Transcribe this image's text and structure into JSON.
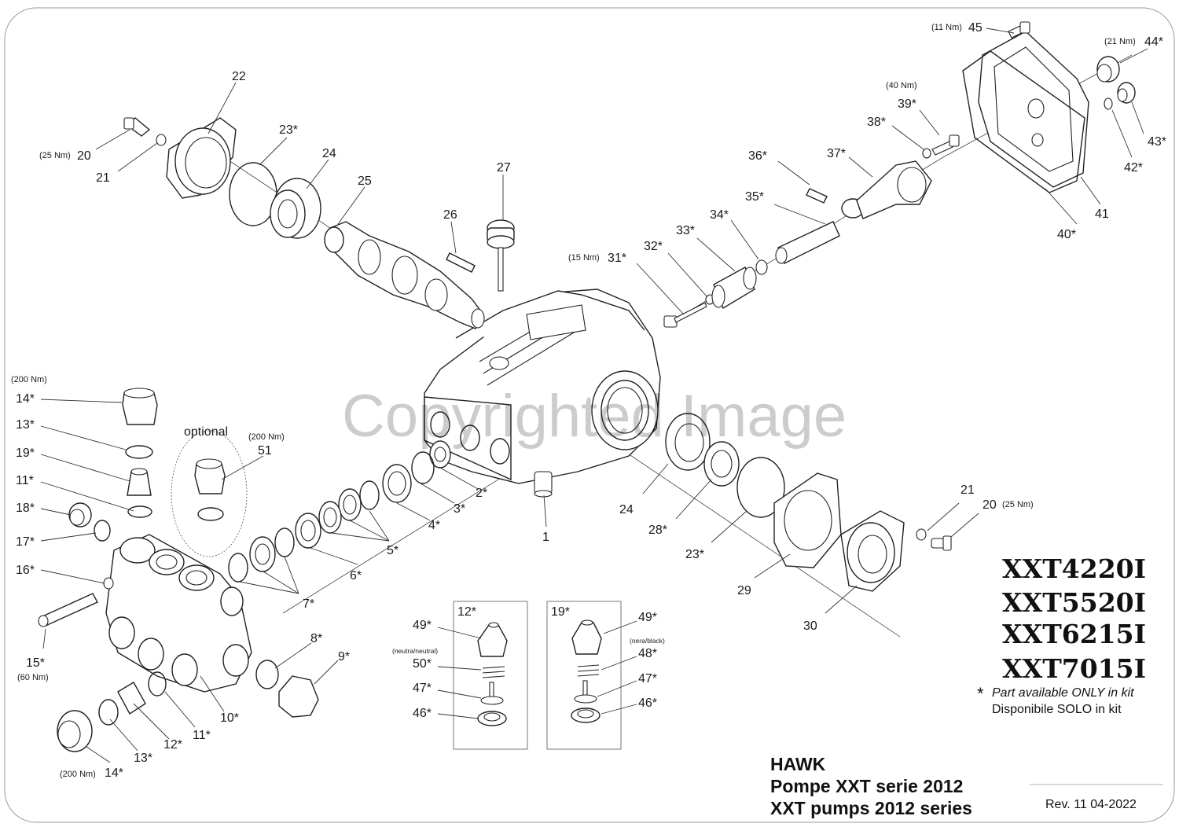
{
  "watermark": "Copyrighted Image",
  "models": [
    "XXT4220I",
    "XXT5520I",
    "XXT6215I",
    "XXT7015I"
  ],
  "kit_note": {
    "star": "*",
    "en": "Part available ONLY in kit",
    "it": "Disponibile SOLO in kit"
  },
  "title": {
    "brand": "HAWK",
    "line_it": "Pompe XXT serie 2012",
    "line_en": "XXT pumps 2012 series"
  },
  "revision": "Rev. 11 04-2022",
  "optional_label": "optional",
  "inset_12": {
    "tag": "12*",
    "note": "(neutra/neutral)"
  },
  "inset_19": {
    "tag": "19*",
    "note": "(nera/black)"
  },
  "labels": [
    {
      "id": "l1",
      "text": "1"
    },
    {
      "id": "l2",
      "text": "2*"
    },
    {
      "id": "l3",
      "text": "3*"
    },
    {
      "id": "l4",
      "text": "4*"
    },
    {
      "id": "l5",
      "text": "5*"
    },
    {
      "id": "l6",
      "text": "6*"
    },
    {
      "id": "l7",
      "text": "7*"
    },
    {
      "id": "l8",
      "text": "8*"
    },
    {
      "id": "l9",
      "text": "9*"
    },
    {
      "id": "l10",
      "text": "10*"
    },
    {
      "id": "l11a",
      "text": "11*"
    },
    {
      "id": "l11b",
      "text": "11*"
    },
    {
      "id": "l12",
      "text": "12*"
    },
    {
      "id": "l13a",
      "text": "13*"
    },
    {
      "id": "l13b",
      "text": "13*"
    },
    {
      "id": "l14a",
      "text": "14*"
    },
    {
      "id": "l14b",
      "text": "14*"
    },
    {
      "id": "l15",
      "text": "15*"
    },
    {
      "id": "l16",
      "text": "16*"
    },
    {
      "id": "l17",
      "text": "17*"
    },
    {
      "id": "l18",
      "text": "18*"
    },
    {
      "id": "l19",
      "text": "19*"
    },
    {
      "id": "l20a",
      "text": "20"
    },
    {
      "id": "l20b",
      "text": "20"
    },
    {
      "id": "l21a",
      "text": "21"
    },
    {
      "id": "l21b",
      "text": "21"
    },
    {
      "id": "l22",
      "text": "22"
    },
    {
      "id": "l23a",
      "text": "23*"
    },
    {
      "id": "l23b",
      "text": "23*"
    },
    {
      "id": "l24a",
      "text": "24"
    },
    {
      "id": "l24b",
      "text": "24"
    },
    {
      "id": "l25",
      "text": "25"
    },
    {
      "id": "l26",
      "text": "26"
    },
    {
      "id": "l27",
      "text": "27"
    },
    {
      "id": "l28",
      "text": "28*"
    },
    {
      "id": "l29",
      "text": "29"
    },
    {
      "id": "l30",
      "text": "30"
    },
    {
      "id": "l31",
      "text": "31*"
    },
    {
      "id": "l32",
      "text": "32*"
    },
    {
      "id": "l33",
      "text": "33*"
    },
    {
      "id": "l34",
      "text": "34*"
    },
    {
      "id": "l35",
      "text": "35*"
    },
    {
      "id": "l36",
      "text": "36*"
    },
    {
      "id": "l37",
      "text": "37*"
    },
    {
      "id": "l38",
      "text": "38*"
    },
    {
      "id": "l39",
      "text": "39*"
    },
    {
      "id": "l40",
      "text": "40*"
    },
    {
      "id": "l41",
      "text": "41"
    },
    {
      "id": "l42",
      "text": "42*"
    },
    {
      "id": "l43",
      "text": "43*"
    },
    {
      "id": "l44",
      "text": "44*"
    },
    {
      "id": "l45",
      "text": "45"
    },
    {
      "id": "l51",
      "text": "51"
    },
    {
      "id": "la46",
      "text": "46*"
    },
    {
      "id": "la47",
      "text": "47*"
    },
    {
      "id": "la49",
      "text": "49*"
    },
    {
      "id": "la50",
      "text": "50*"
    },
    {
      "id": "lb46",
      "text": "46*"
    },
    {
      "id": "lb47",
      "text": "47*"
    },
    {
      "id": "lb48",
      "text": "48*"
    },
    {
      "id": "lb49",
      "text": "49*"
    }
  ],
  "torques": [
    {
      "id": "t45",
      "text": "(11 Nm)"
    },
    {
      "id": "t44",
      "text": "(21 Nm)"
    },
    {
      "id": "t39",
      "text": "(40 Nm)"
    },
    {
      "id": "t20a",
      "text": "(25 Nm)"
    },
    {
      "id": "t31",
      "text": "(15 Nm)"
    },
    {
      "id": "t14a",
      "text": "(200 Nm)"
    },
    {
      "id": "t51",
      "text": "(200 Nm)"
    },
    {
      "id": "t15",
      "text": "(60 Nm)"
    },
    {
      "id": "t14b",
      "text": "(200 Nm)"
    },
    {
      "id": "t20b",
      "text": "(25 Nm)"
    }
  ]
}
